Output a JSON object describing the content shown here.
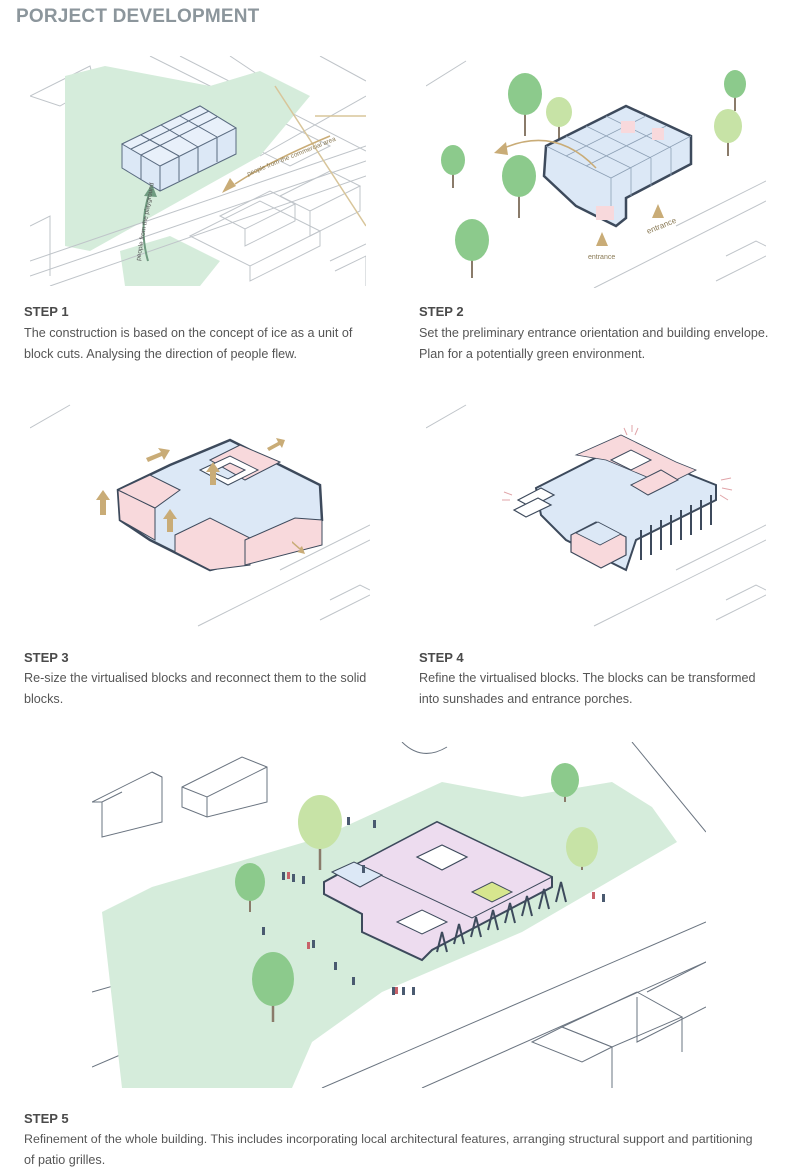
{
  "page": {
    "title": "PORJECT DEVELOPMENT"
  },
  "colors": {
    "green_area": "#d5ecdb",
    "tree_dark": "#8cca8c",
    "tree_light": "#c7e3a6",
    "block_blue": "#dce8f6",
    "block_pink": "#f8d9dc",
    "roof_lilac": "#eddcef",
    "arrow_gold": "#c9ac77",
    "arrow_green": "#6f9b80",
    "outline": "#3d4a5c"
  },
  "steps": [
    {
      "title": "STEP 1",
      "lines": [
        "The construction is based on the concept of ice as a unit of",
        "block cuts. Analysing the direction of people flew."
      ]
    },
    {
      "title": "STEP 2",
      "lines": [
        "Set the preliminary entrance orientation and building envelope.",
        "Plan for a potentially green environment."
      ]
    },
    {
      "title": "STEP 3",
      "lines": [
        "Re-size the virtualised blocks and reconnect them to the solid",
        "blocks."
      ]
    },
    {
      "title": "STEP 4",
      "lines": [
        "Refine the virtualised blocks. The blocks can be transformed",
        "into sunshades and entrance porches."
      ]
    },
    {
      "title": "STEP 5",
      "lines": [
        "Refinement of the whole building. This includes incorporating local architectural features, arranging structural support and partitioning",
        "of patio grilles."
      ]
    }
  ],
  "annotations": {
    "commercial": "people from the commercial area",
    "playground": "people from the playground",
    "entrance_1": "entrance",
    "entrance_2": "entrance"
  }
}
